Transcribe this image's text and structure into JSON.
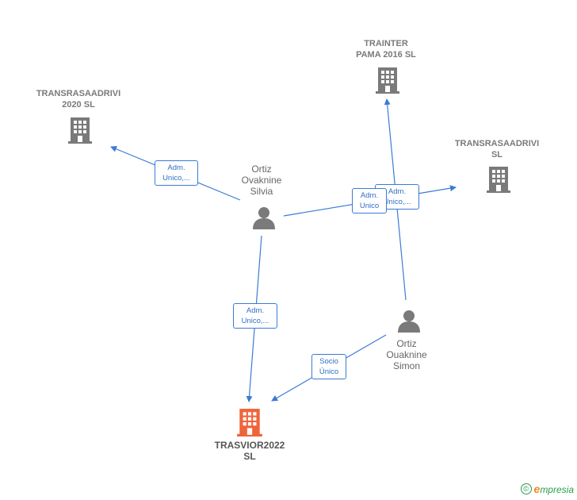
{
  "nodes": {
    "trainter": {
      "line1": "TRAINTER",
      "line2": "PAMA 2016  SL"
    },
    "transrasaadrivi2020": {
      "line1": "TRANSRASAADRIVI",
      "line2": "2020  SL"
    },
    "transrasaadrivi": {
      "line1": "TRANSRASAADRIVI",
      "line2": "SL"
    },
    "trasvior": {
      "line1": "TRASVIOR2022",
      "line2": "SL"
    },
    "silvia": {
      "line1": "Ortiz",
      "line2": "Ovaknine",
      "line3": "Silvia"
    },
    "simon": {
      "line1": "Ortiz",
      "line2": "Ouaknine",
      "line3": "Simon"
    }
  },
  "edges": {
    "silvia_to_2020": {
      "line1": "Adm.",
      "line2": "Unico,..."
    },
    "silvia_to_transrasa": {
      "line1": "Adm.",
      "line2": "Unico"
    },
    "simon_to_trainter": {
      "line1": "Adm.",
      "line2": "Unico,..."
    },
    "silvia_to_trasvior": {
      "line1": "Adm.",
      "line2": "Unico,..."
    },
    "simon_to_trasvior": {
      "line1": "Socio",
      "line2": "Único"
    }
  },
  "colors": {
    "company": "#7a7a7a",
    "company_main": "#f0643a",
    "person": "#7a7a7a",
    "edge": "#3a7bd5"
  },
  "footer": {
    "copyright": "©",
    "brand_e": "e",
    "brand_rest": "mpresia"
  }
}
